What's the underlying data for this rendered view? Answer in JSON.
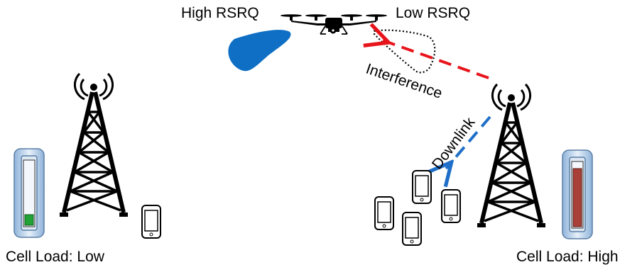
{
  "labels": {
    "high_rsrq": "High RSRQ",
    "low_rsrq": "Low RSRQ",
    "interference": "Interference",
    "downlink": "Downlink",
    "cell_load_low": "Cell Load: Low",
    "cell_load_high": "Cell Load: High"
  },
  "colors": {
    "high_rsrq_lobe": "#0e6fc4",
    "interference_arrow": "#e8141b",
    "downlink_arrow": "#1f6fc8",
    "tower": "#000000",
    "load_meter_low": "#21a336",
    "load_meter_high": "#a84038",
    "meter_frame": "#bcd2e8"
  },
  "cell_load": {
    "left_level": "low",
    "right_level": "high"
  },
  "icons": [
    "drone-icon",
    "cell-tower-icon",
    "smartphone-icon",
    "load-meter-icon"
  ]
}
